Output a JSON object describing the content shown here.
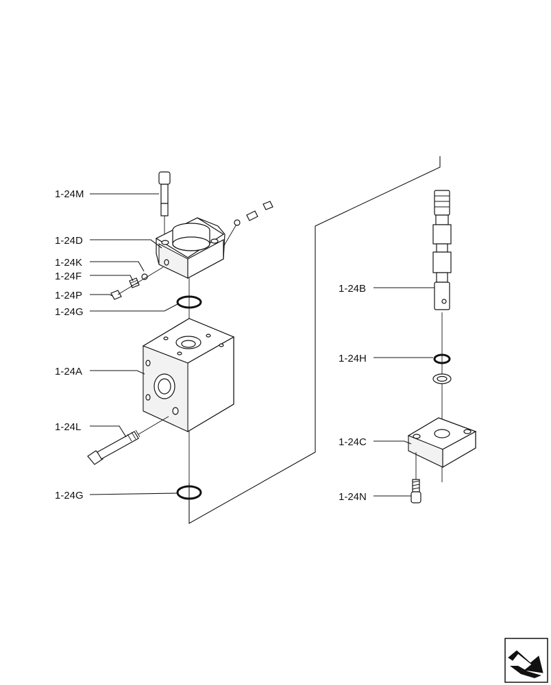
{
  "callouts": {
    "m": "1-24M",
    "d": "1-24D",
    "k": "1-24K",
    "f": "1-24F",
    "p": "1-24P",
    "g_top": "1-24G",
    "a": "1-24A",
    "l": "1-24L",
    "g_bottom": "1-24G",
    "b": "1-24B",
    "h": "1-24H",
    "c": "1-24C",
    "n": "1-24N"
  },
  "nav_icon": "next-page-arrow-icon"
}
